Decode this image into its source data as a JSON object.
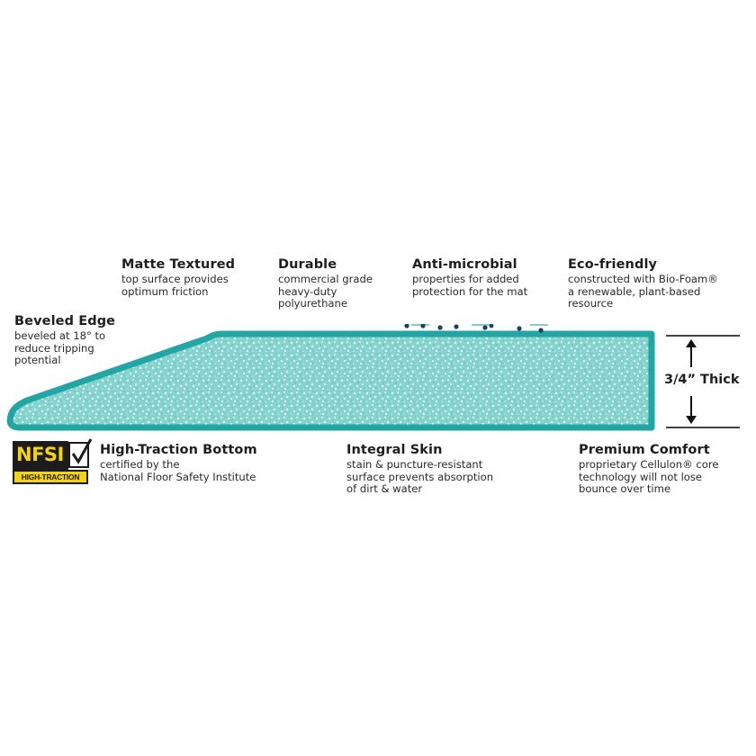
{
  "features_top": [
    {
      "id": "matte",
      "title": "Matte Textured",
      "desc": "top surface provides\noptimum friction"
    },
    {
      "id": "durable",
      "title": "Durable",
      "desc": "commercial grade\nheavy-duty\npolyurethane"
    },
    {
      "id": "antimicrobial",
      "title": "Anti-microbial",
      "desc": "properties for added\nprotection for the mat"
    },
    {
      "id": "eco",
      "title": "Eco-friendly",
      "desc": "constructed with Bio-Foam®\na renewable, plant-based\nresource"
    }
  ],
  "feature_left": {
    "title": "Beveled Edge",
    "desc": "beveled at 18° to\nreduce tripping\npotential"
  },
  "thickness": {
    "label": "3/4” Thick"
  },
  "features_bottom": [
    {
      "id": "traction",
      "title": "High-Traction Bottom",
      "desc": "certified by the\nNational Floor Safety Institute"
    },
    {
      "id": "skin",
      "title": "Integral Skin",
      "desc": "stain & puncture-resistant\nsurface prevents absorption\nof dirt & water"
    },
    {
      "id": "comfort",
      "title": "Premium Comfort",
      "desc": "proprietary Cellulon® core\ntechnology will not lose\nbounce over time"
    }
  ],
  "badge": {
    "top": "NFSI",
    "bottom": "HIGH-TRACTION"
  },
  "colors": {
    "mat_edge": "#22a5a3",
    "mat_fill": "#7fd0cc",
    "microbe": "#1d3f66",
    "badge_yellow": "#f2d21b"
  }
}
